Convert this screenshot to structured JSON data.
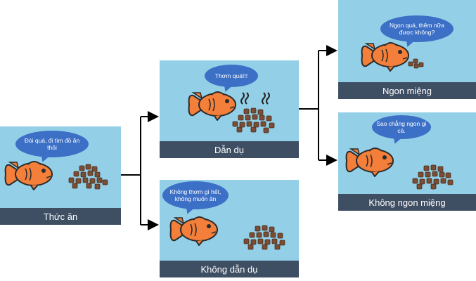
{
  "panels": {
    "food": {
      "caption": "Thức ăn",
      "bubble": "Đói quá, đi tìm đồ ăn thôi"
    },
    "lure": {
      "caption": "Dẫn dụ",
      "bubble": "Thơm quá!!!"
    },
    "no_lure": {
      "caption": "Không dẫn dụ",
      "bubble": "Không thơm gì hết, không muốn ăn"
    },
    "tasty": {
      "caption": "Ngon miệng",
      "bubble": "Ngon quá, thêm nữa được không?"
    },
    "not_tasty": {
      "caption": "Không ngon miệng",
      "bubble": "Sao chẳng ngon gì cả."
    }
  },
  "colors": {
    "panel_bg": "#93cfe6",
    "caption_bg": "#3e4e63",
    "bubble": "#3c6fc6",
    "fish_body": "#f47f3a",
    "fish_outline": "#2b2b2b",
    "food": "#7a4d34"
  },
  "icons": [
    "fish-icon",
    "fish-food-pellets-icon",
    "smell-waves-icon",
    "speech-bubble",
    "arrow-connector"
  ]
}
